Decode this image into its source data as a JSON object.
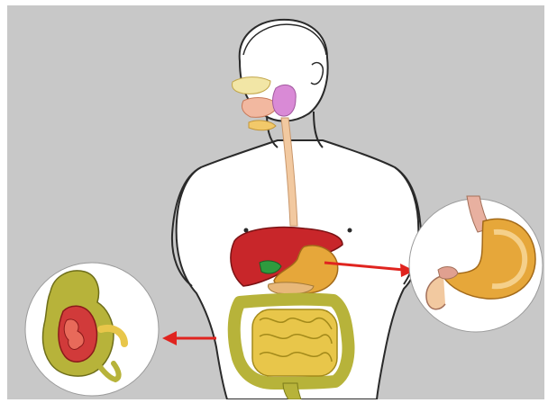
{
  "figure": {
    "background": "#c8c8c8",
    "skin": "#ffffff",
    "outline": "#2a2a2a",
    "arrow_color": "#e0241f"
  },
  "organs": [
    {
      "name": "liver",
      "color": "#c8262a"
    },
    {
      "name": "stomach",
      "color": "#e6a73a"
    },
    {
      "name": "gallbladder",
      "color": "#2e9b3e"
    },
    {
      "name": "esophagus",
      "color": "#f2c9a0"
    },
    {
      "name": "salivary-gland",
      "color": "#d98ad6"
    },
    {
      "name": "small-intestine",
      "color": "#e8c64a"
    },
    {
      "name": "large-intestine",
      "color": "#b7b33a"
    }
  ],
  "insets": [
    {
      "name": "stomach-detail-inset",
      "side": "right"
    },
    {
      "name": "colon-detail-inset",
      "side": "left"
    }
  ]
}
